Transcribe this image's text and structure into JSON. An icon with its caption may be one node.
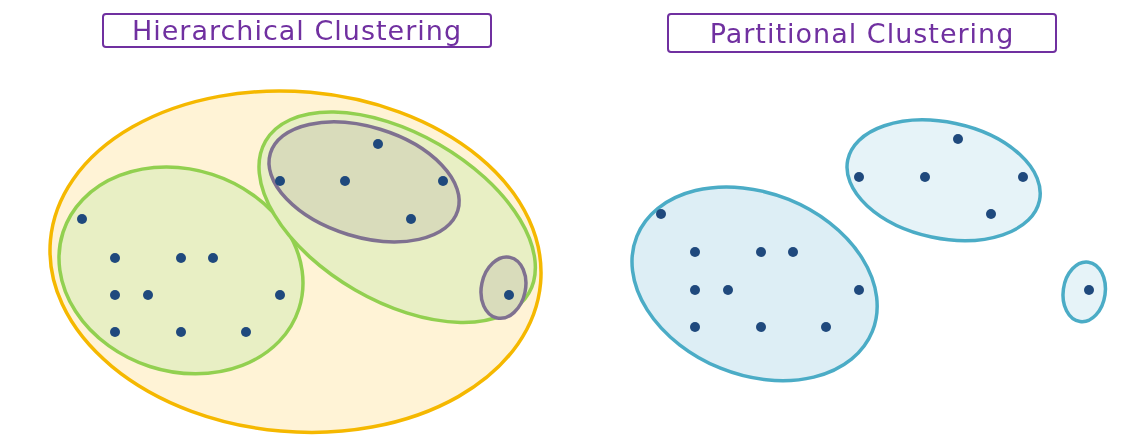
{
  "diagram": {
    "nodes": [
      {
        "text": [
          "Hierarchical Clustering"
        ]
      },
      {
        "text": [
          "Partitional Clustering"
        ]
      },
      {
        "text": [],
        "shape": "ellipse"
      },
      {
        "text": [],
        "shape": "ellipse",
        "in": 2
      },
      {
        "text": [],
        "shape": "ellipse",
        "in": 2
      },
      {
        "text": [],
        "shape": "ellipse",
        "in": 4
      },
      {
        "text": [],
        "shape": "ellipse",
        "in": 4
      },
      {
        "text": [],
        "shape": "ellipse"
      },
      {
        "text": [],
        "shape": "ellipse"
      },
      {
        "text": [],
        "shape": "ellipse"
      }
    ]
  }
}
